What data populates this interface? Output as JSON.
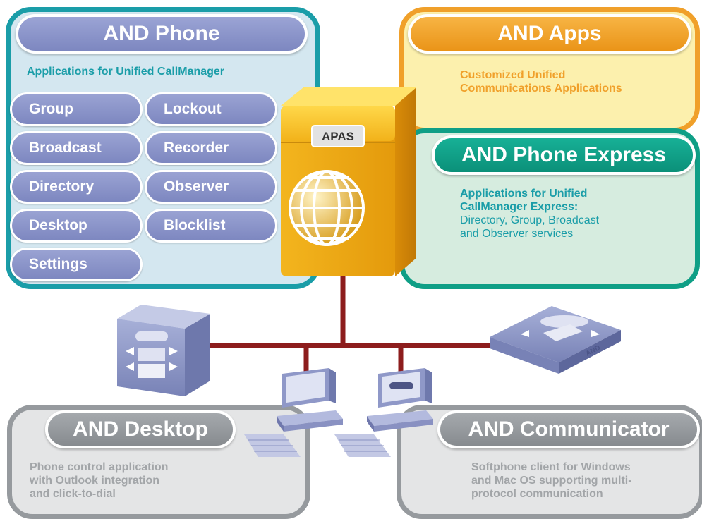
{
  "phone": {
    "title": "AND Phone",
    "subtitle": "Applications for Unified CallManager",
    "buttons": [
      "Group",
      "Lockout",
      "Broadcast",
      "Recorder",
      "Directory",
      "Observer",
      "Desktop",
      "Blocklist",
      "Settings"
    ]
  },
  "apps": {
    "title": "AND Apps",
    "line1": "Customized Unified",
    "line2": "Communications Applications"
  },
  "express": {
    "title": "AND Phone Express",
    "line1": "Applications for Unified",
    "line2": "CallManager Express:",
    "line3": "Directory, Group, Broadcast",
    "line4": "and Observer services"
  },
  "server": {
    "label": "APAS"
  },
  "desktop": {
    "title": "AND Desktop",
    "line1": "Phone control application",
    "line2": "with Outlook integration",
    "line3": "and click-to-dial"
  },
  "communicator": {
    "title": "AND Communicator",
    "line1": "Softphone client for Windows",
    "line2": "and Mac OS supporting multi-",
    "line3": "protocol communication"
  },
  "phone_device": {
    "brand": "AND"
  },
  "colors": {
    "teal": "#1a9da8",
    "blue_fill": "#d4e7f0",
    "orange": "#f0a02a",
    "yellow_fill": "#fcf0ad",
    "green": "#0f9f86",
    "green_fill": "#d6ecdf",
    "gray": "#969a9e",
    "gray_fill": "#e4e5e6",
    "line": "#8d1d1d"
  }
}
